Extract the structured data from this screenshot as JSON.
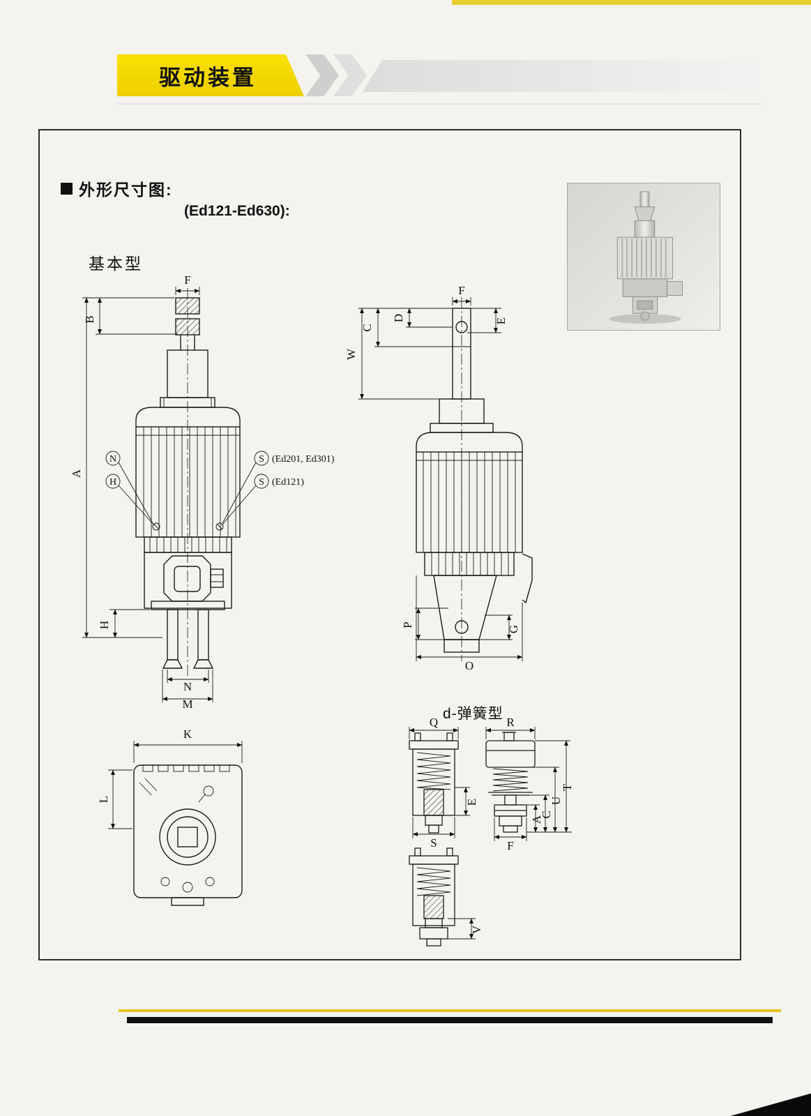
{
  "page": {
    "banner_title": "驱动装置",
    "section_heading": "外形尺寸图:",
    "model_range": "(Ed121-Ed630):",
    "basic_type_label": "基本型",
    "spring_type_label": "d-弹簧型"
  },
  "front_view": {
    "dims": {
      "F": "F",
      "B": "B",
      "A": "A",
      "H": "H",
      "N": "N",
      "M": "M"
    },
    "callouts": [
      {
        "symbol": "N",
        "note": ""
      },
      {
        "symbol": "H",
        "note": ""
      },
      {
        "symbol": "S",
        "note": "(Ed201, Ed301)"
      },
      {
        "symbol": "S",
        "note": "(Ed121)"
      }
    ]
  },
  "side_view": {
    "dims": {
      "F": "F",
      "E": "E",
      "D": "D",
      "C": "C",
      "W": "W",
      "P": "P",
      "G": "G",
      "O": "O"
    }
  },
  "bottom_view": {
    "dims": {
      "K": "K",
      "L": "L"
    }
  },
  "spring_view": {
    "dims": {
      "Q": "Q",
      "R": "R",
      "E": "E",
      "S": "S",
      "F": "F",
      "V": "V",
      "T": "T",
      "U": "U",
      "C": "C",
      "A": "A"
    }
  }
}
